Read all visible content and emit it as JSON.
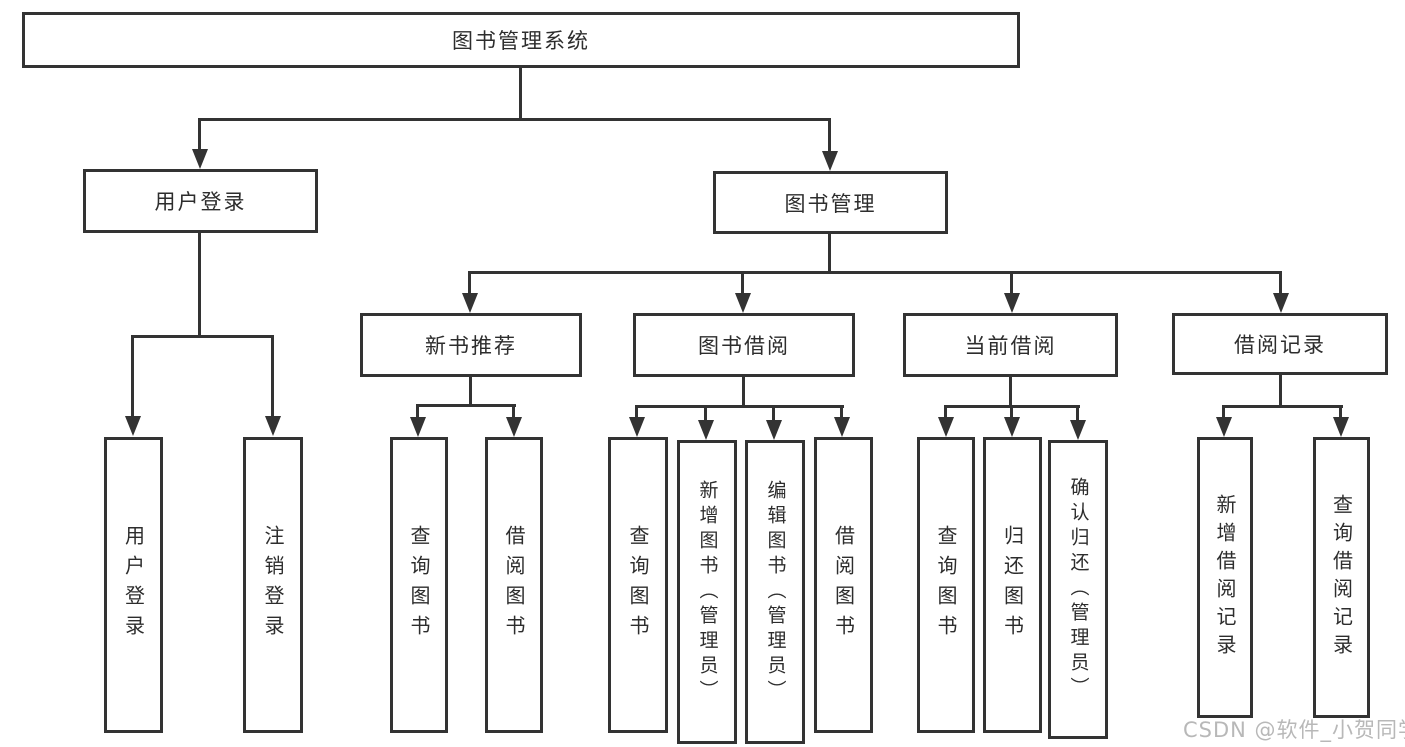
{
  "diagram": {
    "title": "图书管理系统",
    "user_login": {
      "label": "用户登录",
      "children": {
        "login": "用户登录",
        "logout": "注销登录"
      }
    },
    "book_management": {
      "label": "图书管理",
      "new_book_recommend": {
        "label": "新书推荐",
        "children": {
          "query_books": "查询图书",
          "borrow_books": "借阅图书"
        }
      },
      "book_borrowing": {
        "label": "图书借阅",
        "children": {
          "query_books": "查询图书",
          "add_books": "新增图书（管理员）",
          "edit_books": "编辑图书（管理员）",
          "borrow_books": "借阅图书"
        }
      },
      "current_borrowing": {
        "label": "当前借阅",
        "children": {
          "query_books": "查询图书",
          "return_books": "归还图书",
          "confirm_return": "确认归还（管理员）"
        }
      },
      "borrowing_records": {
        "label": "借阅记录",
        "children": {
          "add_record": "新增借阅记录",
          "query_record": "查询借阅记录"
        }
      }
    },
    "watermark": "CSDN @软件_小贺同学",
    "colors": {
      "line": "#333333",
      "box_background": "#ffffff",
      "text": "#2d2d2d",
      "watermark": "#b8b8b8",
      "page_background": "#ffffff"
    }
  }
}
